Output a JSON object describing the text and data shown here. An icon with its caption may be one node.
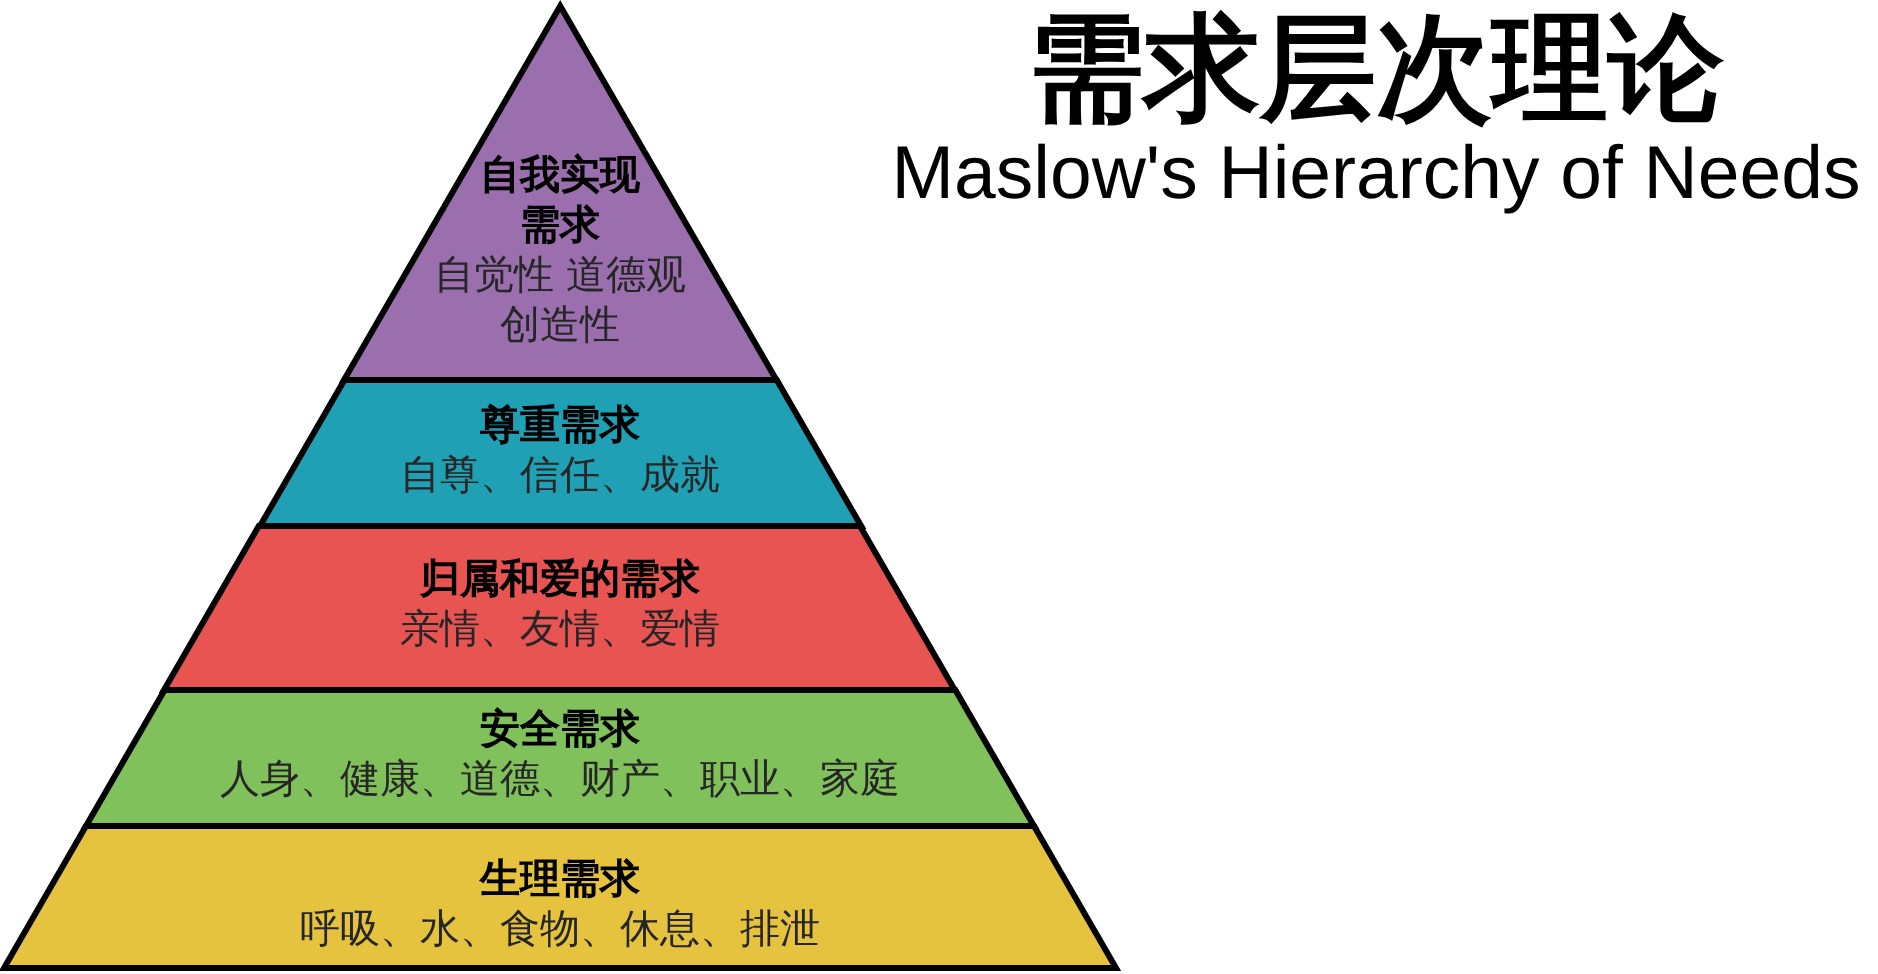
{
  "diagram": {
    "title": "需求层次理论",
    "nodes": [
      {
        "text": [
          "自我实现需求",
          "自觉性 道德观创造性"
        ]
      },
      {
        "text": [
          "尊重需求",
          "自尊、信任、成就"
        ]
      },
      {
        "text": [
          "归属和爱的需求",
          "亲情、友情、爱情"
        ]
      },
      {
        "text": [
          "安全需求",
          "人身、健康、道德、财产、职业、家庭"
        ]
      },
      {
        "text": [
          "生理需求",
          "呼吸、水、食物、休息、排泄"
        ]
      }
    ],
    "labels": [
      "Maslow's Hierarchy of Needs"
    ]
  }
}
